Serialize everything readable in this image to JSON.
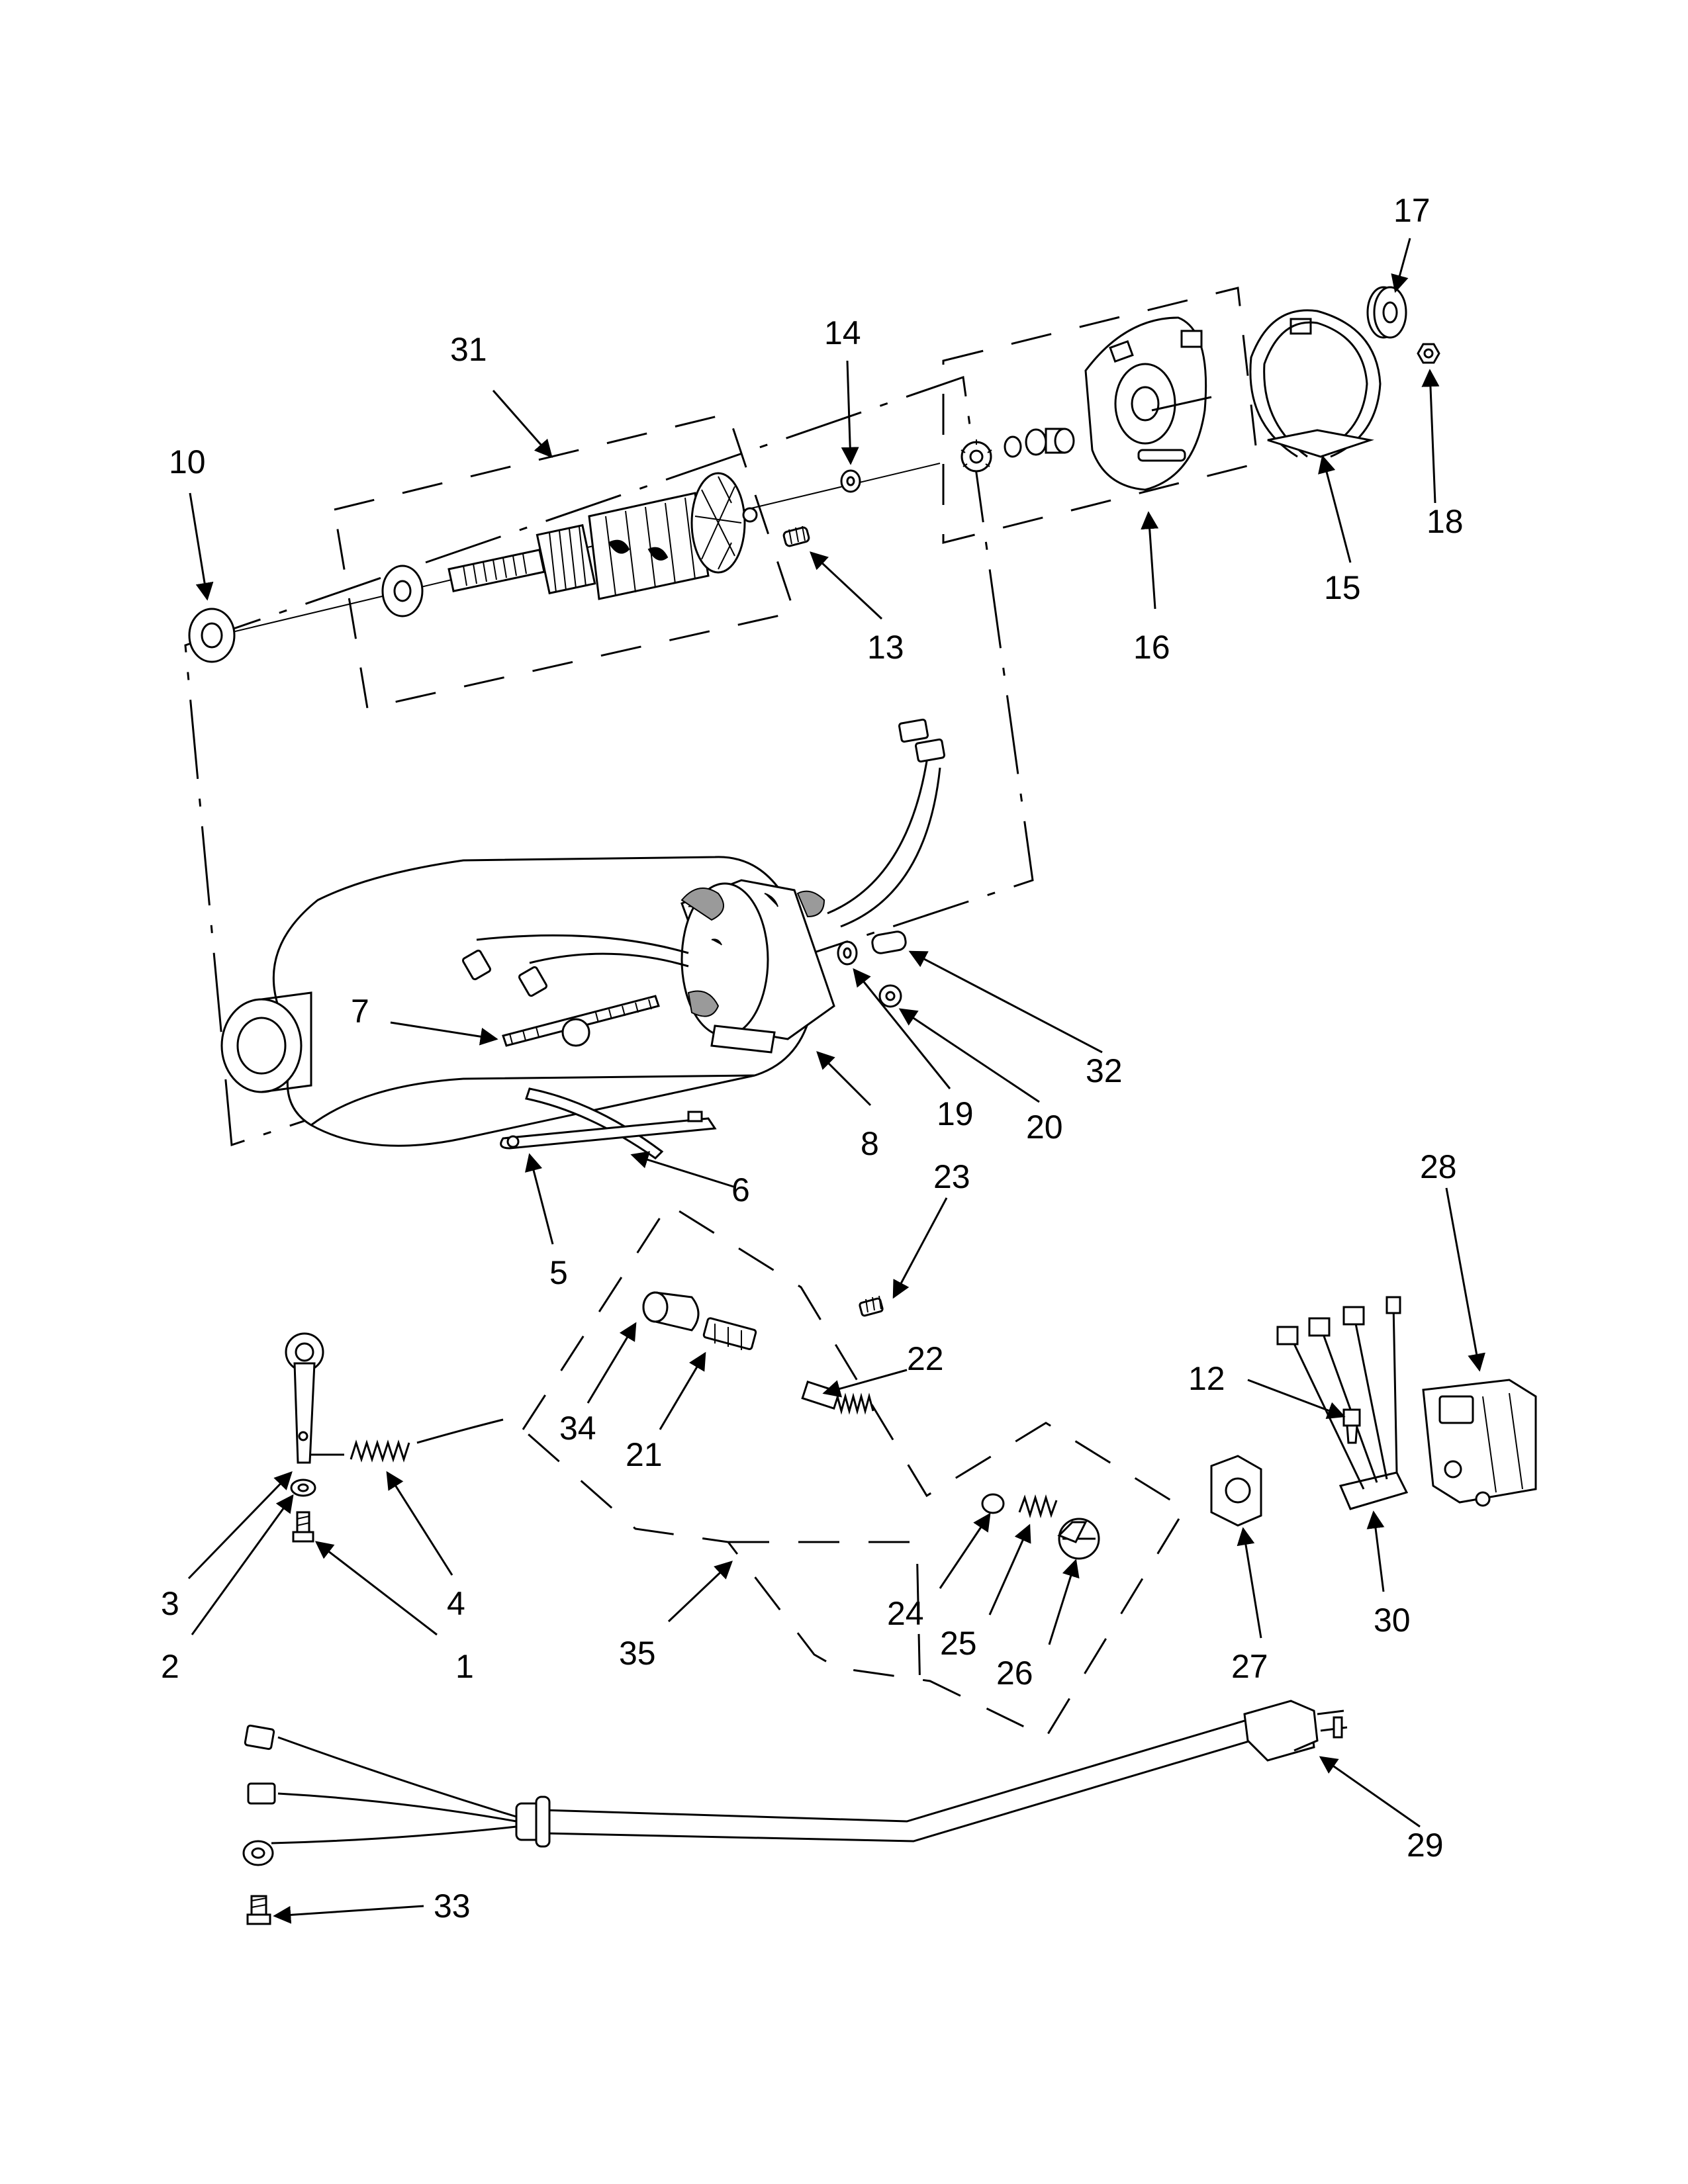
{
  "parts": [
    {
      "id": "label-1",
      "text": "1"
    },
    {
      "id": "label-2",
      "text": "2"
    },
    {
      "id": "label-3",
      "text": "3"
    },
    {
      "id": "label-4",
      "text": "4"
    },
    {
      "id": "label-5",
      "text": "5"
    },
    {
      "id": "label-6",
      "text": "6"
    },
    {
      "id": "label-7",
      "text": "7"
    },
    {
      "id": "label-8",
      "text": "8"
    },
    {
      "id": "label-10",
      "text": "10"
    },
    {
      "id": "label-12",
      "text": "12"
    },
    {
      "id": "label-13",
      "text": "13"
    },
    {
      "id": "label-14",
      "text": "14"
    },
    {
      "id": "label-15",
      "text": "15"
    },
    {
      "id": "label-16",
      "text": "16"
    },
    {
      "id": "label-17",
      "text": "17"
    },
    {
      "id": "label-18",
      "text": "18"
    },
    {
      "id": "label-19",
      "text": "19"
    },
    {
      "id": "label-20",
      "text": "20"
    },
    {
      "id": "label-21",
      "text": "21"
    },
    {
      "id": "label-22",
      "text": "22"
    },
    {
      "id": "label-23",
      "text": "23"
    },
    {
      "id": "label-24",
      "text": "24"
    },
    {
      "id": "label-25",
      "text": "25"
    },
    {
      "id": "label-26",
      "text": "26"
    },
    {
      "id": "label-27",
      "text": "27"
    },
    {
      "id": "label-28",
      "text": "28"
    },
    {
      "id": "label-29",
      "text": "29"
    },
    {
      "id": "label-30",
      "text": "30"
    },
    {
      "id": "label-31",
      "text": "31"
    },
    {
      "id": "label-32",
      "text": "32"
    },
    {
      "id": "label-33",
      "text": "33"
    },
    {
      "id": "label-34",
      "text": "34"
    },
    {
      "id": "label-35",
      "text": "35"
    }
  ]
}
